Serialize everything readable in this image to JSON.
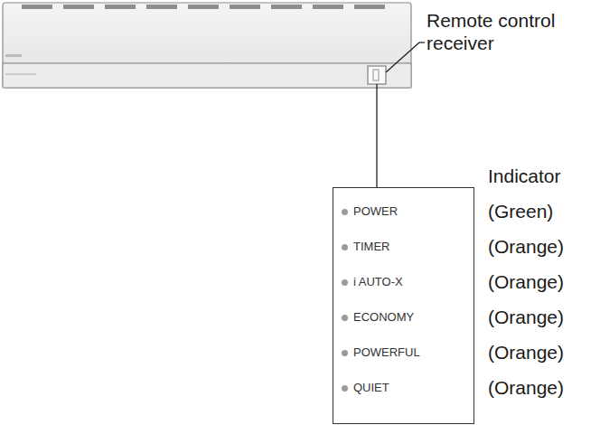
{
  "diagram": {
    "nodes": [
      {
        "text": [
          "POWER",
          "TIMER",
          "i AUTO-X",
          "ECONOMY",
          "POWERFUL",
          "QUIET"
        ]
      }
    ],
    "labels": [
      "Remote control receiver",
      "Indicator",
      "(Green)",
      "(Orange)",
      "(Orange)",
      "(Orange)",
      "(Orange)",
      "(Orange)"
    ]
  }
}
